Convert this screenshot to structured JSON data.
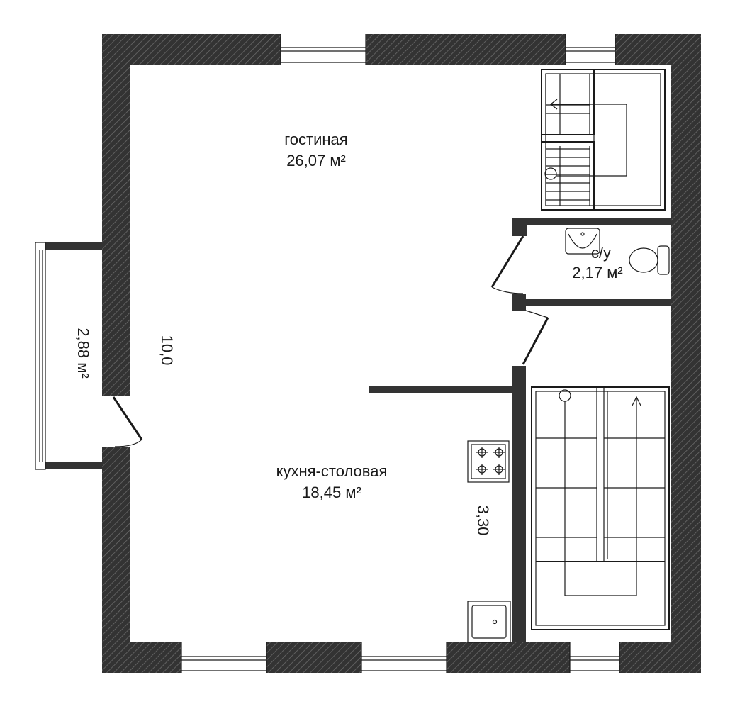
{
  "rooms": {
    "living": {
      "name": "гостиная",
      "area": "26,07 м²"
    },
    "bathroom": {
      "name": "с/у",
      "area": "2,17 м²"
    },
    "kitchen": {
      "name": "кухня-столовая",
      "area": "18,45 м²"
    },
    "balcony": {
      "area": "2,88 м²"
    }
  },
  "dimensions": {
    "length": "10,0",
    "width": "3,30"
  },
  "colors": {
    "wall": "#333333",
    "hatch": "#6a6a6a",
    "line": "#1a1a1a",
    "background": "#ffffff"
  },
  "icons": [
    "stair-up-arrow-icon",
    "stove-icon",
    "sink-icon",
    "toilet-icon",
    "washbasin-icon"
  ]
}
